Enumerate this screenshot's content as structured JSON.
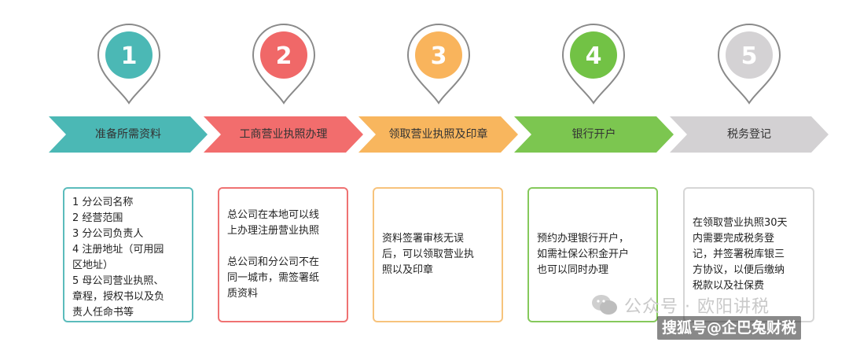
{
  "steps": [
    {
      "number": "1",
      "title": "准备所需资料",
      "pin_color": "#4bb8b5",
      "chevron_color": "#4bb8b5",
      "border_color": "#5bbcbc",
      "lines": [
        "1 分公司名称",
        "2 经营范围",
        "3 分公司负责人",
        "4 注册地址（可用园",
        "区地址）",
        "5 母公司营业执照、",
        "章程，授权书以及负",
        "责人任命书等"
      ]
    },
    {
      "number": "2",
      "title": "工商营业执照办理",
      "pin_color": "#f06868",
      "chevron_color": "#f26d6d",
      "border_color": "#ef7272",
      "lines": [
        "总公司在本地可以线",
        "上办理注册营业执照",
        "",
        "总公司和分公司不在",
        "同一城市，需签署纸",
        "质资料"
      ]
    },
    {
      "number": "3",
      "title": "领取营业执照及印章",
      "pin_color": "#f9b45c",
      "chevron_color": "#f8b65e",
      "border_color": "#f7c37c",
      "lines": [
        "资料签署审核无误",
        "后，可以领取营业执",
        "照以及印章"
      ]
    },
    {
      "number": "4",
      "title": "银行开户",
      "pin_color": "#72c245",
      "chevron_color": "#7cc650",
      "border_color": "#85c95b",
      "lines": [
        "预约办理银行开户，",
        "如需社保公积金开户",
        "也可以同时办理"
      ]
    },
    {
      "number": "5",
      "title": "税务登记",
      "pin_color": "#d4d2d4",
      "chevron_color": "#d3d1d3",
      "border_color": "#d6d6d6",
      "lines": [
        "在领取营业执照30天",
        "内需要完成税务登",
        "记，并签署税库银三",
        "方协议，以便后缴纳",
        "税款以及社保费"
      ]
    }
  ],
  "watermark": {
    "text": "公众号 · 欧阳讲税",
    "icon": "wechat-icon"
  },
  "source_badge": {
    "text": "搜狐号@企巴兔财税"
  }
}
